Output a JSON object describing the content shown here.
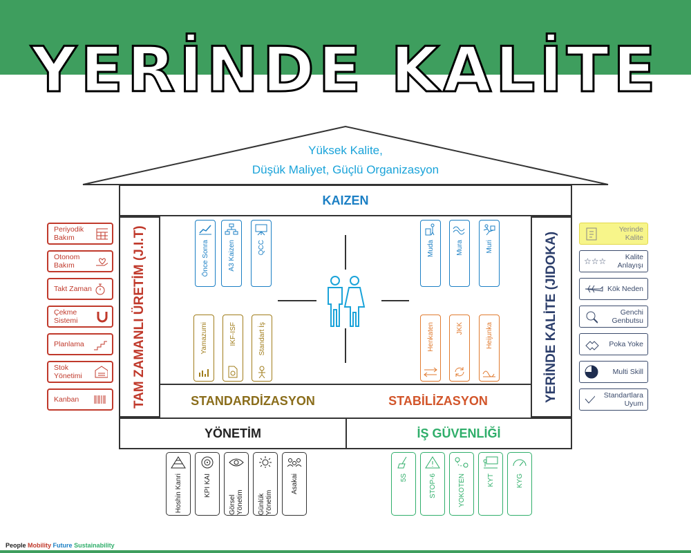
{
  "title": "YERİNDE KALİTE",
  "roof": {
    "line1": "Yüksek Kalite,",
    "line2": "Düşük Maliyet, Güçlü Organizasyon"
  },
  "kaizen": "KAIZEN",
  "left_pillar": "TAM ZAMANLI ÜRETİM (J.I.T)",
  "right_pillar": "YERİNDE KALİTE (JIDOKA)",
  "standardization": "STANDARDİZASYON",
  "stabilization": "STABİLİZASYON",
  "management": "YÖNETİM",
  "safety": "İŞ GÜVENLİĞİ",
  "top_left_cards": [
    "Önce Sonra",
    "A3 Kaizen",
    "QCC"
  ],
  "bottom_left_cards": [
    "Yamazumi",
    "IKF-ISF",
    "Standart İş"
  ],
  "top_right_cards": [
    "Muda",
    "Mura",
    "Muri"
  ],
  "bottom_right_cards": [
    "Henkaten",
    "JKK",
    "Heijunka"
  ],
  "left_items": [
    {
      "label": "Periyodik Bakım",
      "icon": "calendar-icon"
    },
    {
      "label": "Otonom Bakım",
      "icon": "hand-heart-icon"
    },
    {
      "label": "Takt Zaman",
      "icon": "stopwatch-icon"
    },
    {
      "label": "Çekme Sistemi",
      "icon": "magnet-icon"
    },
    {
      "label": "Planlama",
      "icon": "stairs-icon"
    },
    {
      "label": "Stok Yönetimi",
      "icon": "warehouse-icon"
    },
    {
      "label": "Kanban",
      "icon": "barcode-icon"
    }
  ],
  "right_items": [
    {
      "label": "Yerinde Kalite",
      "icon": "clipboard-icon"
    },
    {
      "label": "Kalite Anlayışı",
      "icon": "stars-icon"
    },
    {
      "label": "Kök Neden",
      "icon": "fishbone-icon"
    },
    {
      "label": "Genchi Genbutsu",
      "icon": "magnifier-icon"
    },
    {
      "label": "Poka Yoke",
      "icon": "puzzle-icon"
    },
    {
      "label": "Multi Skill",
      "icon": "pie-icon"
    },
    {
      "label": "Standartlara Uyum",
      "icon": "check-icon"
    }
  ],
  "management_cards": [
    "Hoshin Kanri",
    "KPI KAI",
    "Görsel Yönetim",
    "Günlük Yönetim",
    "Asakai"
  ],
  "safety_cards": [
    "5S",
    "STOP-6",
    "YOKOTEN",
    "KYT",
    "KYG"
  ],
  "footer": {
    "w1": "People",
    "w2": "Mobility",
    "w3": "Future",
    "w4": "Sustainability"
  },
  "colors": {
    "green": "#3e9e5e",
    "blue": "#1aa3d9",
    "red": "#c0392b",
    "navy": "#2c3e6b",
    "gold": "#8a6d1b",
    "orange": "#e07a2f"
  }
}
